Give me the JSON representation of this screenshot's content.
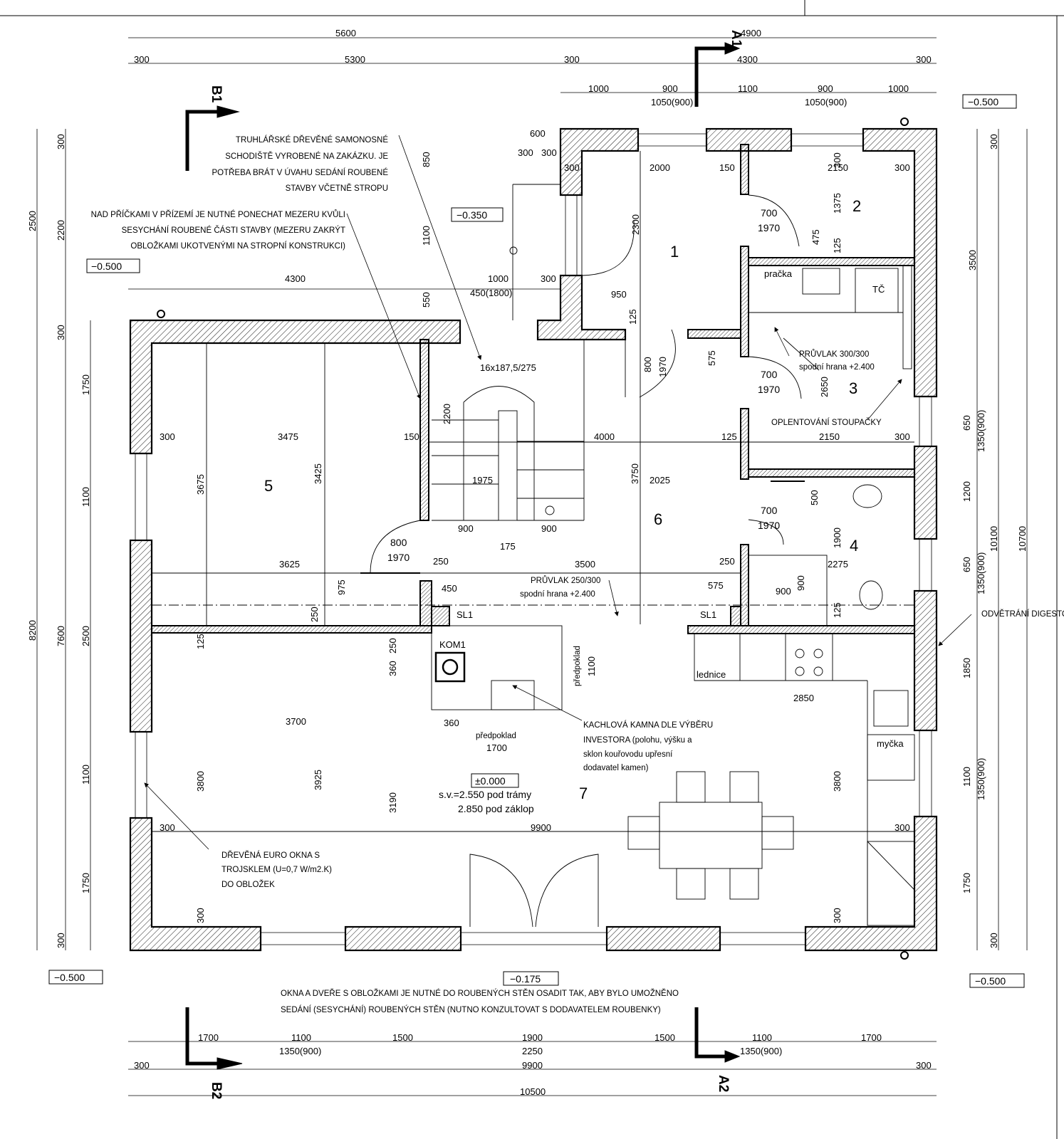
{
  "section_marks": {
    "a_top": "A1",
    "a_bottom": "A2",
    "b_top": "B1",
    "b_bottom": "B2"
  },
  "levels": {
    "l_m0500_tr": "−0.500",
    "l_m0500_l": "−0.500",
    "l_m0350": "−0.350",
    "l_m0500_bl": "−0.500",
    "l_m0500_br": "−0.500",
    "l_m0175": "−0.175",
    "l_0000": "±0.000"
  },
  "rooms": {
    "r1": "1",
    "r2": "2",
    "r3": "3",
    "r4": "4",
    "r5": "5",
    "r6": "6",
    "r7": "7"
  },
  "dims": {
    "t5600": "5600",
    "t4900": "4900",
    "t300a": "300",
    "t5300": "5300",
    "t300b": "300",
    "t4300": "4300",
    "t300c": "300",
    "t1000a": "1000",
    "t900a": "900",
    "t1050a": "1050(900)",
    "t1100a": "1100",
    "t900b": "900",
    "t1050b": "1050(900)",
    "t1000b": "1000",
    "s600": "600",
    "s300a": "300",
    "s300b": "300",
    "s300c": "300",
    "s850": "850",
    "s1100": "1100",
    "s550": "550",
    "s2000": "2000",
    "s150a": "150",
    "s2150a": "2150",
    "s300d": "300",
    "s300e": "300",
    "s2300": "2300",
    "s1375": "1375",
    "s475": "475",
    "s125a": "125",
    "s4300": "4300",
    "s1000": "1000",
    "s450": "450(1800)",
    "s300f": "300",
    "s950": "950",
    "s125b": "125",
    "s800": "800",
    "s1970a": "1970",
    "s575a": "575",
    "s2650": "2650",
    "s16x": "16x187,5/275",
    "s2200": "2200",
    "s300g": "300",
    "s3475": "3475",
    "s150b": "150",
    "s4000": "4000",
    "s125c": "125",
    "s2150b": "2150",
    "s300h": "300",
    "s3675": "3675",
    "s3425": "3425",
    "s3750": "3750",
    "s1975": "1975",
    "s2025": "2025",
    "s500": "500",
    "s1900": "1900",
    "s900c": "900",
    "s175": "175",
    "s900d": "900",
    "s3625": "3625",
    "s250a": "250",
    "s3500": "3500",
    "s250b": "250",
    "s2275": "2275",
    "s975": "975",
    "s450b": "450",
    "s575b": "575",
    "s900e": "900",
    "s900f": "900",
    "s125d": "125",
    "s250c": "250",
    "s125e": "125",
    "s250d": "250",
    "s360a": "360",
    "s1100b": "1100",
    "s3700": "3700",
    "s360b": "360",
    "s1700": "1700",
    "s2850": "2850",
    "s3800a": "3800",
    "s3925": "3925",
    "s3190": "3190",
    "s3800b": "3800",
    "s300i": "300",
    "s9900": "9900",
    "s300j": "300",
    "s300k": "300",
    "s300l": "300",
    "l2500": "2500",
    "l8200": "8200",
    "l300a": "300",
    "l2200": "2200",
    "l300b": "300",
    "l1750a": "1750",
    "l1100a": "1100",
    "l2500b": "2500",
    "l7600": "7600",
    "l1100b": "1100",
    "l1750b": "1750",
    "l300c": "300",
    "r300a": "300",
    "r3500": "3500",
    "r650a": "650",
    "r1350a": "1350(900)",
    "r1200": "1200",
    "r650b": "650",
    "r1350b": "1350(900)",
    "r10100": "10100",
    "r10700": "10700",
    "r1850": "1850",
    "r1100": "1100",
    "r1350c": "1350(900)",
    "r1750": "1750",
    "r300b": "300",
    "b1700a": "1700",
    "b1100a": "1100",
    "b1350a": "1350(900)",
    "b1500a": "1500",
    "b1900": "1900",
    "b2250": "2250",
    "b1500b": "1500",
    "b1100b": "1100",
    "b1350b": "1350(900)",
    "b1700b": "1700",
    "b300a": "300",
    "b9900": "9900",
    "b300b": "300",
    "b10500": "10500"
  },
  "doors": {
    "d1w": "700",
    "d1h": "1970",
    "d2w": "700",
    "d2h": "1970",
    "d3w": "700",
    "d3h": "1970",
    "d4w": "800",
    "d4h": "1970"
  },
  "labels": {
    "pracka": "pračka",
    "tc": "TČ",
    "lednice": "lednice",
    "mycka": "myčka",
    "kom1": "KOM1",
    "sl1a": "SL1",
    "sl1b": "SL1",
    "predpoklad_v": "předpoklad",
    "predpoklad_h": "předpoklad"
  },
  "notes": {
    "stair": [
      "TRUHLÁŘSKÉ DŘEVĚNÉ SAMONOSNÉ",
      "SCHODIŠTĚ VYROBENÉ NA ZAKÁZKU. JE",
      "POTŘEBA BRÁT V ÚVAHU SEDÁNÍ ROUBENÉ",
      "STAVBY VČETNĚ STROPU"
    ],
    "gap": [
      "NAD PŘÍČKAMI V PŘÍZEMÍ JE NUTNÉ PONECHAT MEZERU KVŮLI",
      "SESYCHÁNÍ ROUBENÉ ČÁSTI STAVBY (MEZERU ZAKRÝT",
      "OBLOŽKAMI UKOTVENÝMI NA STROPNÍ KONSTRUKCI)"
    ],
    "beam1": [
      "PRŮVLAK 300/300",
      "spodní hrana +2.400"
    ],
    "riser": "OPLENTOVÁNÍ STOUPAČKY",
    "beam2": [
      "PRŮVLAK 250/300",
      "spodní hrana +2.400"
    ],
    "hood": "ODVĚTRÁNÍ DIGESTOŘE",
    "stove": [
      "KACHLOVÁ KAMNA DLE VÝBĚRU",
      "INVESTORA (polohu, výšku a",
      "sklon kouřovodu upřesní",
      "dodavatel kamen)"
    ],
    "windows": [
      "DŘEVĚNÁ EURO OKNA S",
      "TROJSKLEM (U=0,7 W/m2.K)",
      "DO OBLOŽEK"
    ],
    "sv": [
      "s.v.=2.550 pod trámy",
      "2.850 pod záklop"
    ],
    "bottom": [
      "OKNA A DVEŘE S OBLOŽKAMI JE NUTNÉ DO ROUBENÝCH STĚN OSADIT TAK, ABY BYLO UMOŽNĚNO",
      "SEDÁNÍ (SESYCHÁNÍ) ROUBENÝCH STĚN (NUTNO KONZULTOVAT S DODAVATELEM ROUBENKY)"
    ]
  }
}
